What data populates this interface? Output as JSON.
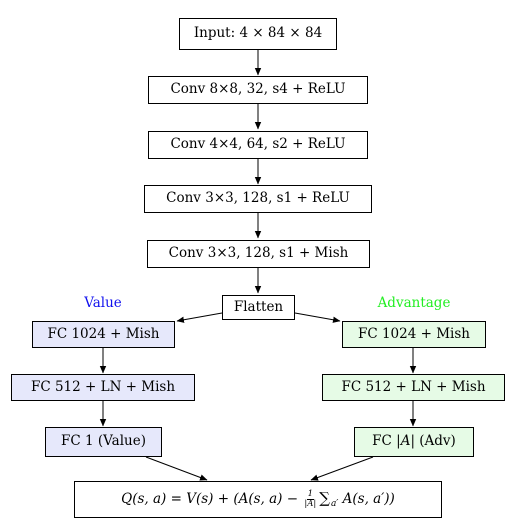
{
  "nodes": {
    "input": "Input: 4 × 84 × 84",
    "conv1": "Conv 8×8, 32, s4 + ReLU",
    "conv2": "Conv 4×4, 64, s2 + ReLU",
    "conv3": "Conv 3×3, 128, s1 + ReLU",
    "conv4": "Conv 3×3, 128, s1 + Mish",
    "flatten": "Flatten",
    "value_fc1": "FC 1024 + Mish",
    "value_fc2": "FC 512 + LN + Mish",
    "value_fc3": "FC 1 (Value)",
    "adv_fc1": "FC 1024 + Mish",
    "adv_fc2": "FC 512 + LN + Mish",
    "adv_fc3_prefix": "FC |",
    "adv_fc3_set": "A",
    "adv_fc3_suffix": "| (Adv)"
  },
  "branch_labels": {
    "value": "Value",
    "advantage": "Advantage"
  },
  "colors": {
    "value_label": "#1010ee",
    "advantage_label": "#22ee22",
    "value_fill": "#e6e8fb",
    "advantage_fill": "#e6fbe6",
    "plain_fill": "#ffffff",
    "stroke": "#000000"
  },
  "formula": {
    "q_lhs": "Q(s, a) = V(s) + (A(s, a) − ",
    "frac_num": "1",
    "frac_den_pre": "|",
    "frac_den_set": "A",
    "frac_den_post": "|",
    "sum_symbol": "∑",
    "sum_sub": "a′",
    "q_rhs": " A(s, a′))"
  }
}
